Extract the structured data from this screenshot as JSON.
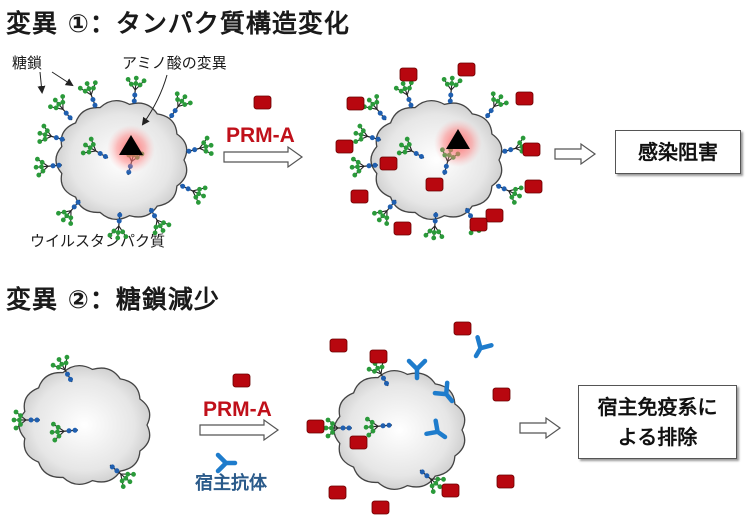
{
  "section1": {
    "title": "変異 ①：タンパク質構造変化",
    "label_glycan": "糖鎖",
    "label_mutation": "アミノ酸の変異",
    "label_protein": "ウイルスタンパク質",
    "agent_label": "PRM-A",
    "result": "感染阻害"
  },
  "section2": {
    "title": "変異 ②：糖鎖減少",
    "agent_label": "PRM-A",
    "antibody_label": "宿主抗体",
    "result_line1": "宿主免疫系に",
    "result_line2": "よる排除"
  },
  "colors": {
    "prm": "#c0101a",
    "antibody": "#1e7ccc",
    "glycan_green": "#2a9a3a",
    "glycan_blue": "#1f5fb0",
    "mutation_glow": "#ff6666"
  }
}
